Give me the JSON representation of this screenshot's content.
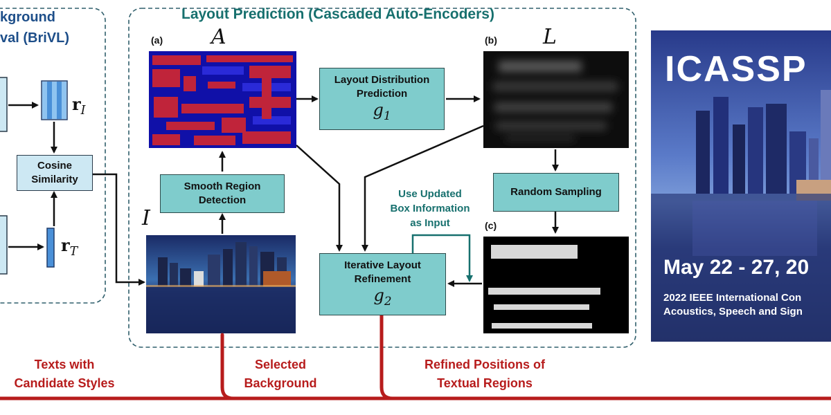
{
  "left_panel": {
    "title_line1": "kground",
    "title_line2": "val (BriVL)",
    "vector_image": "I",
    "vector_text": "T",
    "vector_symbol": "r",
    "cosine_box": [
      "Cosine",
      "Similarity"
    ]
  },
  "main_panel": {
    "title": "Layout Prediction (Cascaded Auto-Encoders)",
    "label_a": "(a)",
    "label_b": "(b)",
    "label_c": "(c)",
    "var_A": "A",
    "var_L": "L",
    "var_I": "I",
    "layout_box": [
      "Layout Distribution",
      "Prediction"
    ],
    "g1_base": "g",
    "g1_sub": "1",
    "smooth_box": [
      "Smooth Region",
      "Detection"
    ],
    "random_box": "Random Sampling",
    "iterative_box": [
      "Iterative Layout",
      "Refinement"
    ],
    "g2_base": "g",
    "g2_sub": "2",
    "note": [
      "Use Updated",
      "Box Information",
      "as Input"
    ]
  },
  "bottom_labels": {
    "texts": [
      "Texts with",
      "Candidate Styles"
    ],
    "background": [
      "Selected",
      "Background"
    ],
    "refined": [
      "Refined Positions of",
      "Textual Regions"
    ]
  },
  "poster": {
    "title": "ICASSP",
    "date": "May 22 - 27, 20",
    "line1": "2022 IEEE International Con",
    "line2": "Acoustics, Speech and Sign"
  },
  "colors": {
    "teal_box": "#7fcccc",
    "teal_text": "#17706e",
    "blue_text": "#1d4e89",
    "red_path": "#b71c1c",
    "dashed_border": "#2f5e6b"
  }
}
